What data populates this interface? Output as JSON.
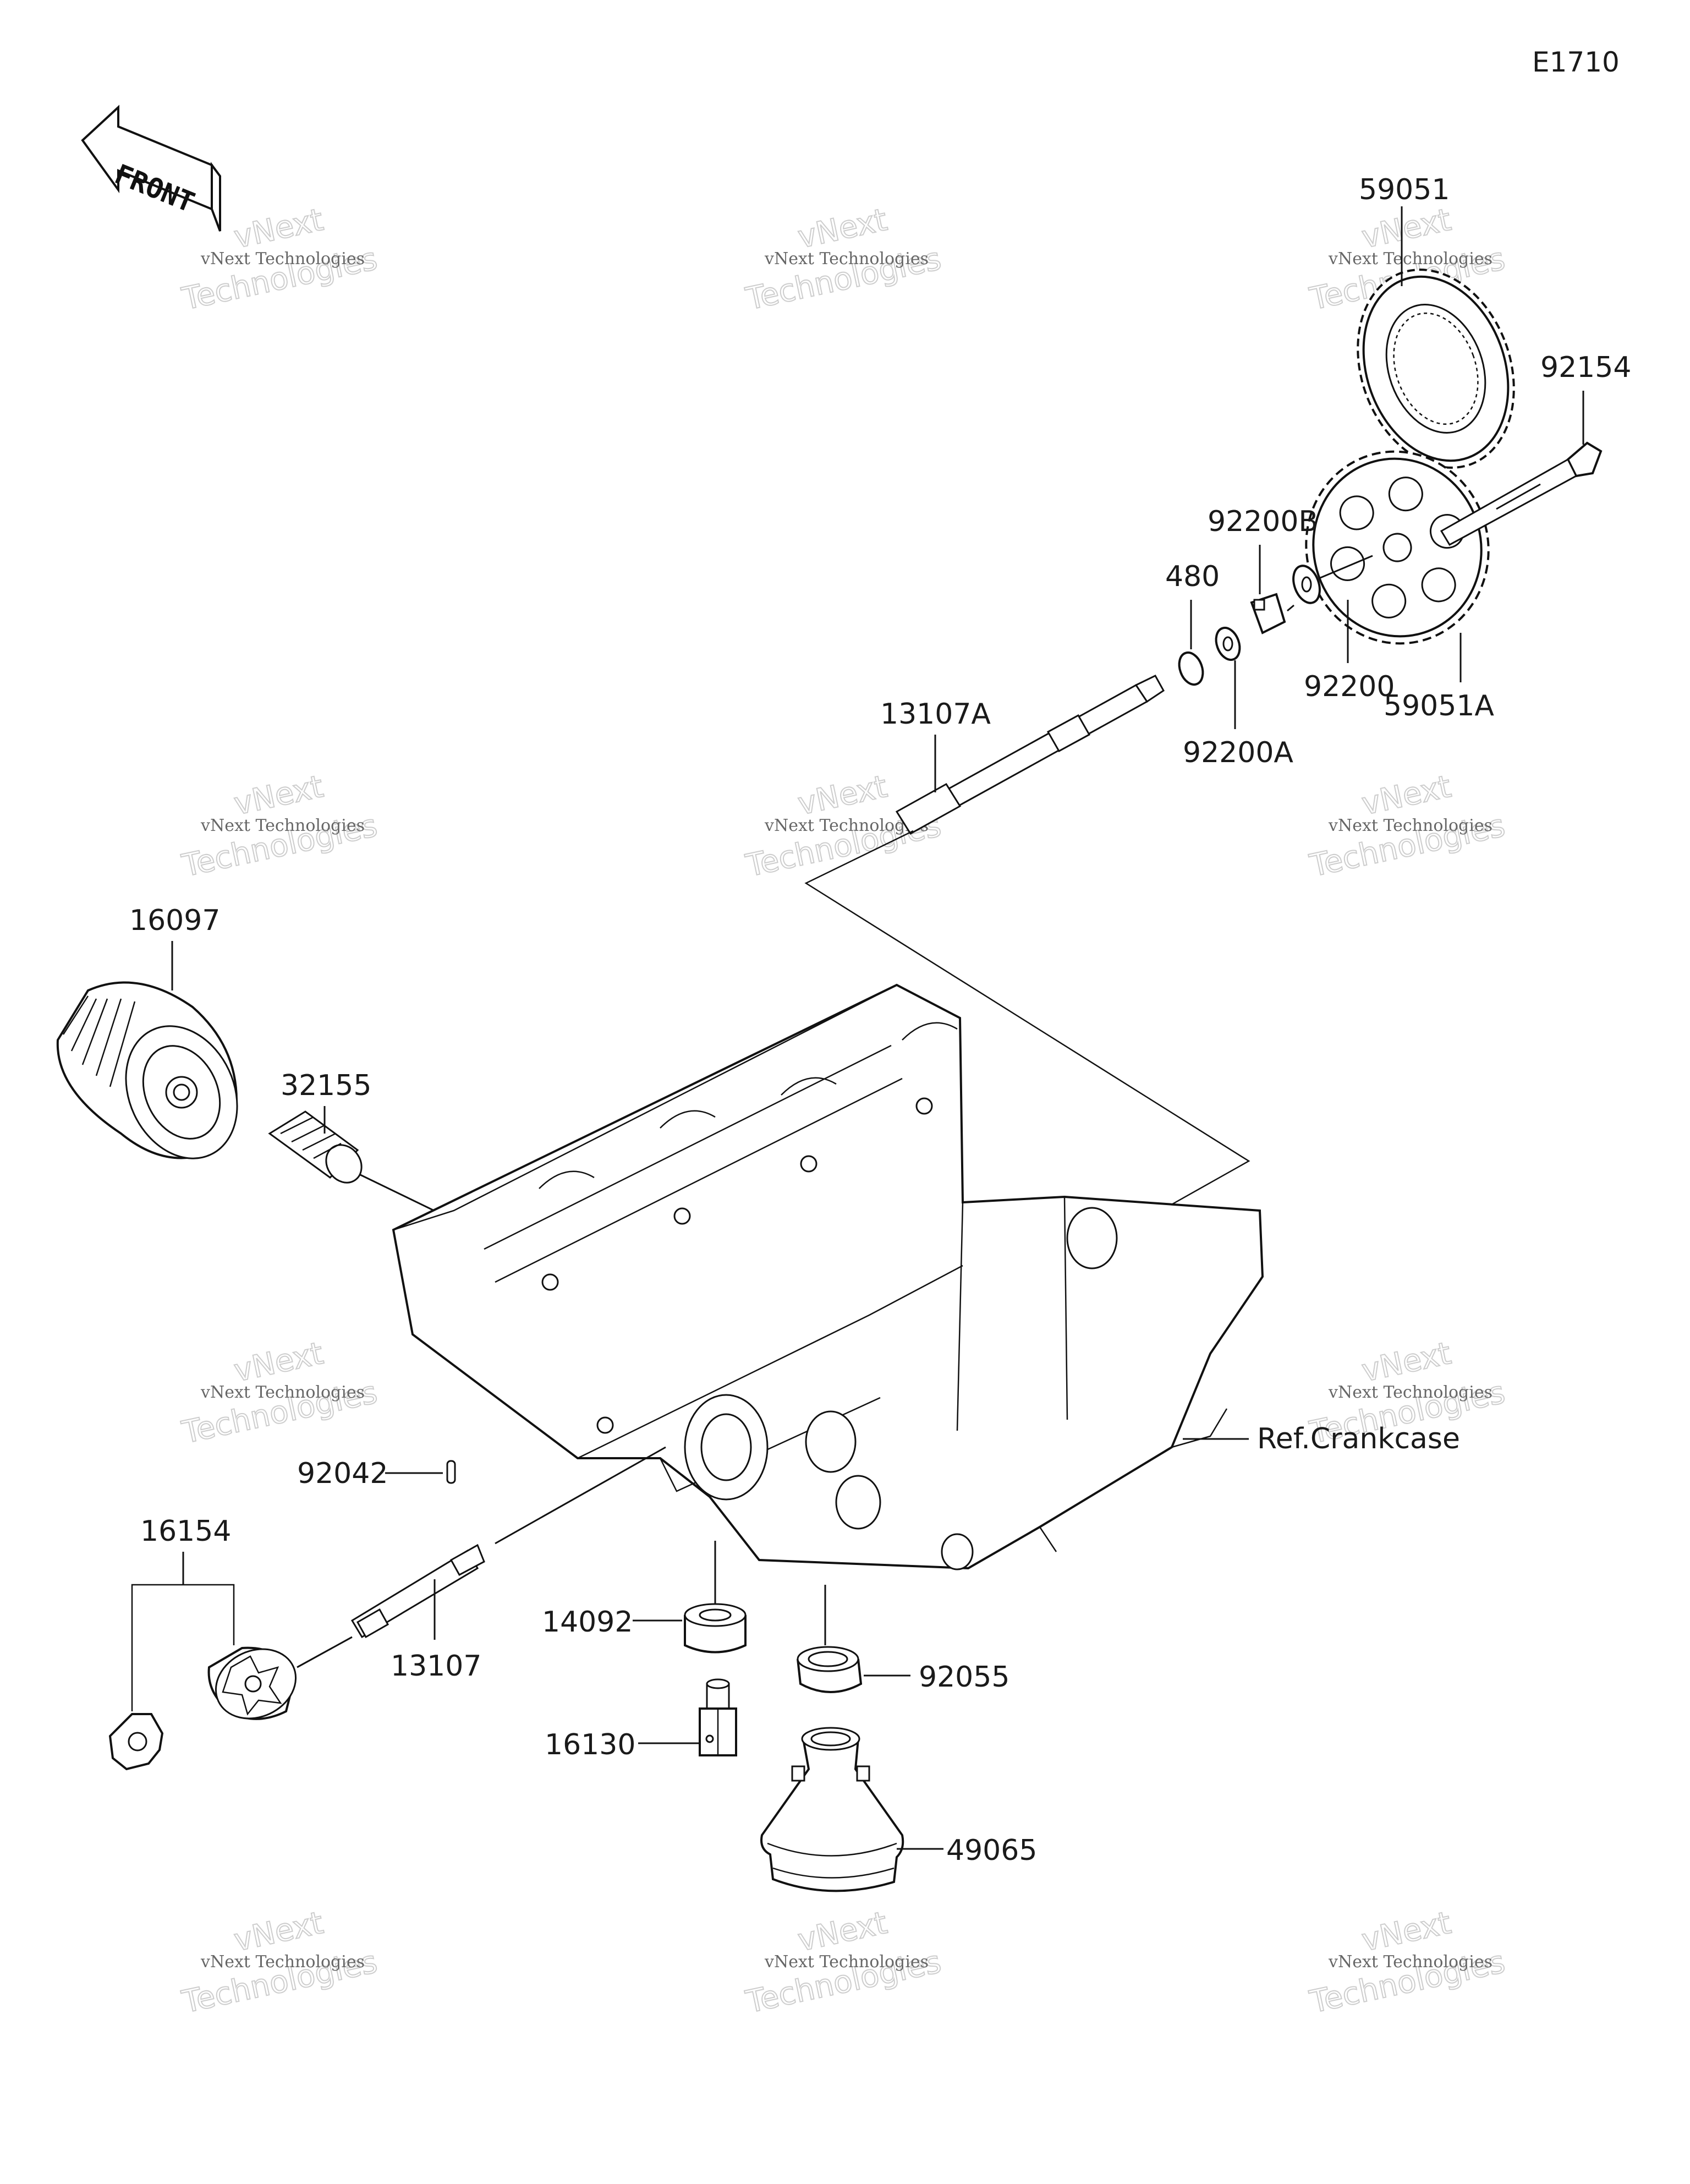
{
  "diagram_code": "E1710",
  "front_arrow_text": "FRONT",
  "watermark": {
    "line1": "vNext Technologies",
    "line2": "vNext",
    "line3": "Technologies"
  },
  "parts": {
    "p59051": "59051",
    "p92154": "92154",
    "p92200B": "92200B",
    "p480": "480",
    "p92200": "92200",
    "p59051A": "59051A",
    "p92200A": "92200A",
    "p13107A": "13107A",
    "p16097": "16097",
    "p32155": "32155",
    "p92042": "92042",
    "p16154": "16154",
    "p13107": "13107",
    "p14092": "14092",
    "p92055": "92055",
    "p16130": "16130",
    "p49065": "49065"
  },
  "reference": "Ref.Crankcase"
}
